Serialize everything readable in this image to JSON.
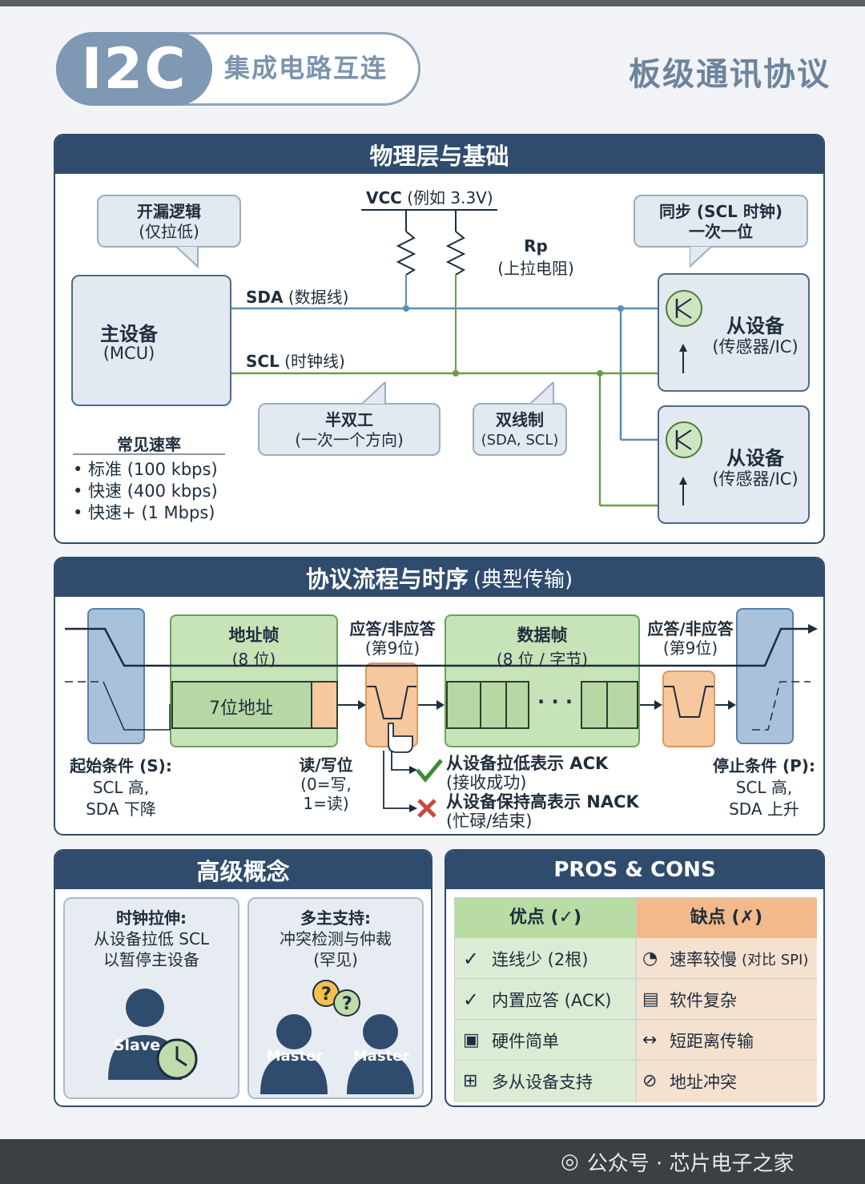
{
  "header": {
    "badge": "I2C",
    "subtitle": "集成电路互连",
    "category": "板级通讯协议"
  },
  "physical": {
    "title": "物理层与基础",
    "open_drain": {
      "line1": "开漏逻辑",
      "line2": "(仅拉低)"
    },
    "vcc": {
      "bold": "VCC",
      "rest": " (例如 3.3V)"
    },
    "rp": {
      "bold": "Rp",
      "rest": "(上拉电阻)"
    },
    "sync": {
      "line1": "同步 (SCL 时钟)",
      "line2": "一次一位"
    },
    "master": {
      "line1": "主设备",
      "line2": "(MCU)"
    },
    "sda": {
      "bold": "SDA",
      "rest": " (数据线)"
    },
    "scl": {
      "bold": "SCL",
      "rest": " (时钟线)"
    },
    "slave1": {
      "line1": "从设备",
      "line2": "(传感器/IC)"
    },
    "slave2": {
      "line1": "从设备",
      "line2": "(传感器/IC)"
    },
    "half_duplex": {
      "line1": "半双工",
      "line2": "(一次一个方向)"
    },
    "two_wire": {
      "line1": "双线制",
      "line2": "(SDA, SCL)"
    },
    "rates": {
      "title": "常见速率",
      "items": [
        "• 标准 (100 kbps)",
        "• 快速 (400 kbps)",
        "• 快速+ (1 Mbps)"
      ]
    }
  },
  "protocol": {
    "title": "协议流程与时序",
    "title_suffix": "(典型传输)",
    "addr_frame": {
      "line1": "地址帧",
      "line2": "(8 位)"
    },
    "addr_7bit": "7位地址",
    "ack1": {
      "line1": "应答/非应答",
      "line2": "(第9位)"
    },
    "data_frame": {
      "line1": "数据帧",
      "line2": "(8 位 / 字节)"
    },
    "ellipsis": "· · ·",
    "ack2": {
      "line1": "应答/非应答",
      "line2": "(第9位)"
    },
    "start": {
      "line1": "起始条件 (S):",
      "line2": "SCL 高,",
      "line3": "SDA 下降"
    },
    "rw": {
      "line1": "读/写位",
      "line2": "(0=写,",
      "line3": "1=读)"
    },
    "ack_text": {
      "line1": "从设备拉低表示 ACK",
      "line2": "(接收成功)"
    },
    "nack_text": {
      "line1": "从设备保持高表示 NACK",
      "line2": "(忙碌/结束)"
    },
    "stop": {
      "line1": "停止条件 (P):",
      "line2": "SCL 高,",
      "line3": "SDA 上升"
    }
  },
  "advanced": {
    "title": "高级概念",
    "stretch": {
      "line1": "时钟拉伸:",
      "line2": "从设备拉低 SCL",
      "line3": "以暂停主设备",
      "avatar": "Slave"
    },
    "multi": {
      "line1": "多主支持:",
      "line2": "冲突检测与仲裁",
      "line3": "(罕见)",
      "avatar1": "Master",
      "avatar2": "Master"
    }
  },
  "proscons": {
    "title": "PROS & CONS",
    "pros_title": "优点 (✓)",
    "cons_title": "缺点 (✗)",
    "pros": [
      "连线少 (2根)",
      "内置应答 (ACK)",
      "硬件简单",
      "多从设备支持"
    ],
    "cons": [
      "速率较慢",
      "软件复杂",
      "短距离传输",
      "地址冲突"
    ],
    "cons_note": "(对比 SPI)"
  },
  "footer": {
    "text": "公众号 · 芯片电子之家"
  },
  "colors": {
    "navy": "#2f4c6e",
    "sda": "#5a8fb5",
    "scl": "#6c9a4e",
    "green": "#c7e3b8",
    "orange": "#f7c79d"
  }
}
